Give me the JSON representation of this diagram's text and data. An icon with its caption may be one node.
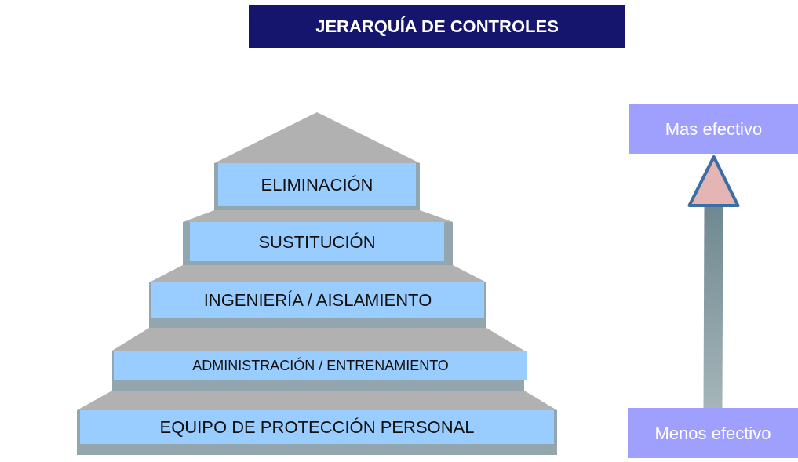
{
  "diagram": {
    "title": "JERARQUÍA DE CONTROLES",
    "nodes": [
      {
        "text": [
          "ELIMINACIÓN"
        ]
      },
      {
        "text": [
          "SUSTITUCIÓN"
        ]
      },
      {
        "text": [
          "INGENIERÍA / AISLAMIENTO"
        ]
      },
      {
        "text": [
          "ADMINISTRACIÓN / ENTRENAMIENTO"
        ]
      },
      {
        "text": [
          "EQUIPO DE PROTECCIÓN PERSONAL"
        ]
      },
      {
        "text": [
          "Mas efectivo"
        ]
      },
      {
        "text": [
          "Menos efectivo"
        ]
      }
    ],
    "edges": [
      {
        "from": 6,
        "to": 5,
        "arrow": "to",
        "style": "thick"
      }
    ]
  }
}
